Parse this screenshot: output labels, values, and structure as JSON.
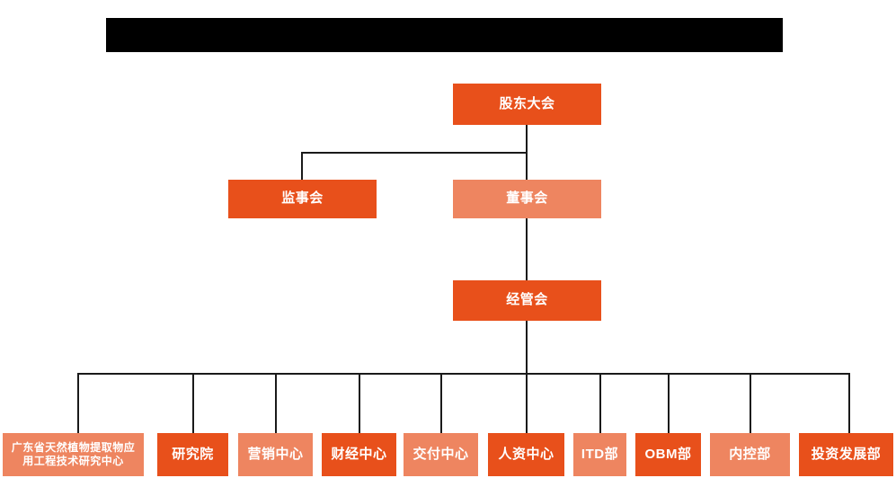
{
  "chart_data": {
    "type": "diagram",
    "diagram_type": "organizational-chart",
    "title": "",
    "colors": {
      "deep_orange": "#E8501B",
      "light_orange": "#EE8560",
      "connector": "#1a1a1a",
      "redaction": "#000000",
      "background": "#ffffff",
      "label_text": "#ffffff"
    },
    "nodes": [
      {
        "id": "shareholders",
        "label": "股东大会",
        "level": 0,
        "style": "deep"
      },
      {
        "id": "supervisors",
        "label": "监事会",
        "level": 1,
        "style": "deep"
      },
      {
        "id": "directors",
        "label": "董事会",
        "level": 1,
        "style": "light"
      },
      {
        "id": "management",
        "label": "经管会",
        "level": 2,
        "style": "deep"
      },
      {
        "id": "research-center",
        "label": "广东省天然植物提取物应用工程技术研究中心",
        "level": 3,
        "style": "light"
      },
      {
        "id": "research-institute",
        "label": "研究院",
        "level": 3,
        "style": "deep"
      },
      {
        "id": "marketing-center",
        "label": "营销中心",
        "level": 3,
        "style": "light"
      },
      {
        "id": "finance-center",
        "label": "财经中心",
        "level": 3,
        "style": "deep"
      },
      {
        "id": "delivery-center",
        "label": "交付中心",
        "level": 3,
        "style": "light"
      },
      {
        "id": "hr-center",
        "label": "人资中心",
        "level": 3,
        "style": "deep"
      },
      {
        "id": "itd-dept",
        "label": "ITD部",
        "level": 3,
        "style": "light"
      },
      {
        "id": "obm-dept",
        "label": "OBM部",
        "level": 3,
        "style": "deep"
      },
      {
        "id": "internal-control-dept",
        "label": "内控部",
        "level": 3,
        "style": "light"
      },
      {
        "id": "investment-development-dept",
        "label": "投资发展部",
        "level": 3,
        "style": "deep"
      }
    ],
    "edges": [
      {
        "from": "shareholders",
        "to": "supervisors"
      },
      {
        "from": "shareholders",
        "to": "directors"
      },
      {
        "from": "directors",
        "to": "management"
      },
      {
        "from": "management",
        "to": "research-center"
      },
      {
        "from": "management",
        "to": "research-institute"
      },
      {
        "from": "management",
        "to": "marketing-center"
      },
      {
        "from": "management",
        "to": "finance-center"
      },
      {
        "from": "management",
        "to": "delivery-center"
      },
      {
        "from": "management",
        "to": "hr-center"
      },
      {
        "from": "management",
        "to": "itd-dept"
      },
      {
        "from": "management",
        "to": "obm-dept"
      },
      {
        "from": "management",
        "to": "internal-control-dept"
      },
      {
        "from": "management",
        "to": "investment-development-dept"
      }
    ]
  },
  "banner": {
    "label": ""
  },
  "level0": {
    "shareholders": "股东大会"
  },
  "level1": {
    "supervisors": "监事会",
    "directors": "董事会"
  },
  "level2": {
    "management": "经管会"
  },
  "level3": {
    "research_center": "广东省天然植物提取物应用工程技术研究中心",
    "research_institute": "研究院",
    "marketing_center": "营销中心",
    "finance_center": "财经中心",
    "delivery_center": "交付中心",
    "hr_center": "人资中心",
    "itd_dept": "ITD部",
    "obm_dept": "OBM部",
    "internal_control_dept": "内控部",
    "investment_development_dept": "投资发展部"
  }
}
